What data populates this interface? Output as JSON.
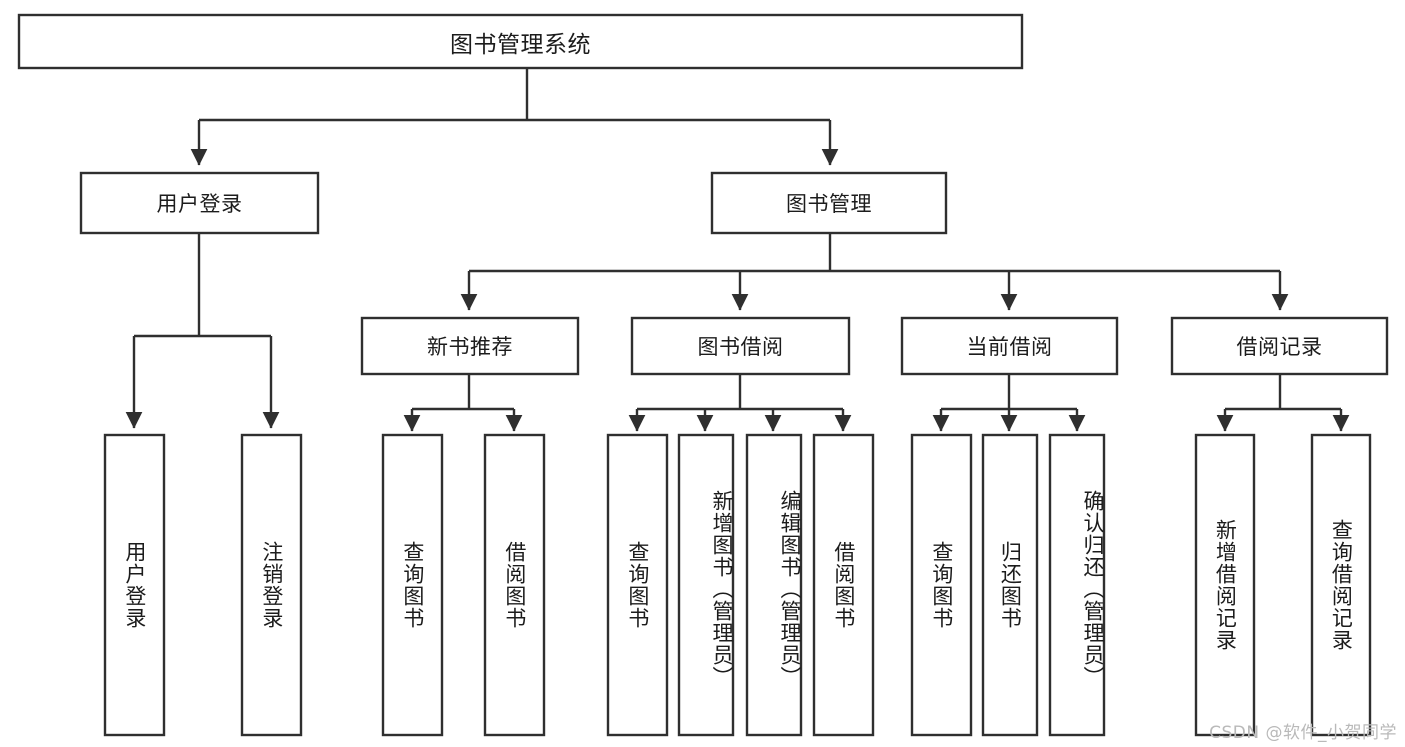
{
  "diagram": {
    "type": "tree-hierarchy",
    "title": "图书管理系统",
    "watermark": "CSDN @软件_小贺同学",
    "colors": {
      "box_stroke": "#2f2f2f",
      "box_fill": "#ffffff",
      "text": "#1c1c1c",
      "background": "#ffffff",
      "watermark": "#b9b9b9"
    },
    "nodes": {
      "root": {
        "label": "图书管理系统",
        "orientation": "horizontal"
      },
      "level2": [
        {
          "label": "用户登录",
          "orientation": "horizontal"
        },
        {
          "label": "图书管理",
          "orientation": "horizontal"
        }
      ],
      "level3": [
        {
          "label": "新书推荐",
          "orientation": "horizontal"
        },
        {
          "label": "图书借阅",
          "orientation": "horizontal"
        },
        {
          "label": "当前借阅",
          "orientation": "horizontal"
        },
        {
          "label": "借阅记录",
          "orientation": "horizontal"
        }
      ],
      "leaves": {
        "user_login": [
          {
            "label": "用户登录",
            "orientation": "vertical"
          },
          {
            "label": "注销登录",
            "orientation": "vertical"
          }
        ],
        "new_book_recommend": [
          {
            "label": "查询图书",
            "orientation": "vertical"
          },
          {
            "label": "借阅图书",
            "orientation": "vertical"
          }
        ],
        "book_borrow": [
          {
            "label": "查询图书",
            "orientation": "vertical"
          },
          {
            "label": "新增图书（管理员）",
            "orientation": "vertical"
          },
          {
            "label": "编辑图书（管理员）",
            "orientation": "vertical"
          },
          {
            "label": "借阅图书",
            "orientation": "vertical"
          }
        ],
        "current_borrow": [
          {
            "label": "查询图书",
            "orientation": "vertical"
          },
          {
            "label": "归还图书",
            "orientation": "vertical"
          },
          {
            "label": "确认归还（管理员）",
            "orientation": "vertical"
          }
        ],
        "borrow_record": [
          {
            "label": "新增借阅记录",
            "orientation": "vertical"
          },
          {
            "label": "查询借阅记录",
            "orientation": "vertical"
          }
        ]
      }
    }
  }
}
